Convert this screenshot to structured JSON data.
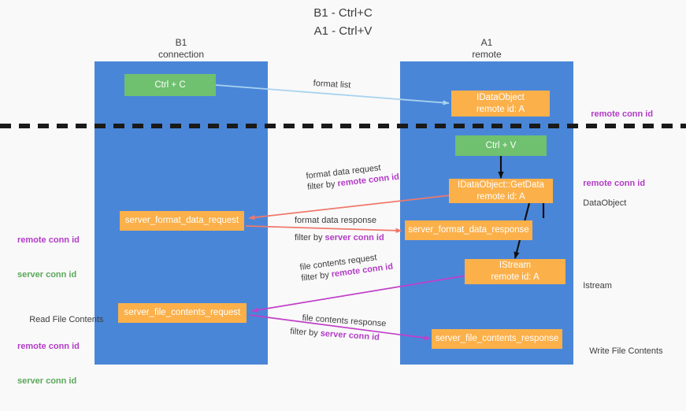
{
  "title": {
    "line1": "B1 - Ctrl+C",
    "line2": "A1 - Ctrl+V"
  },
  "columns": [
    {
      "name": "B1",
      "subtitle": "connection",
      "color": "#4a86d8"
    },
    {
      "name": "A1",
      "subtitle": "remote",
      "color": "#4a86d8"
    }
  ],
  "nodes": {
    "ctrl_c": {
      "line1": "Ctrl + C",
      "line2": "",
      "color": "#6fc06f"
    },
    "idataobject": {
      "line1": "IDataObject",
      "line2": "remote id: A",
      "color": "#fbb04a"
    },
    "ctrl_v": {
      "line1": "Ctrl + V",
      "line2": "",
      "color": "#6fc06f"
    },
    "getdata": {
      "line1": "IDataObject::GetData",
      "line2": "remote id: A",
      "color": "#fbb04a"
    },
    "fmt_req": {
      "line1": "server_format_data_request",
      "line2": "",
      "color": "#fbb04a"
    },
    "fmt_resp": {
      "line1": "server_format_data_response",
      "line2": "",
      "color": "#fbb04a"
    },
    "istream": {
      "line1": "IStream",
      "line2": "remote id: A",
      "color": "#fbb04a"
    },
    "file_req": {
      "line1": "server_file_contents_request",
      "line2": "",
      "color": "#fbb04a"
    },
    "file_resp": {
      "line1": "server_file_contents_response",
      "line2": "",
      "color": "#fbb04a"
    }
  },
  "edge_labels": {
    "format_list": "format list",
    "fmt_req_l1": "format data request",
    "fmt_req_l2a": "filter by ",
    "fmt_req_l2b": "remote conn id",
    "fmt_resp_l1": "format data response",
    "fmt_resp_l2a": "filter by ",
    "fmt_resp_l2b": "server conn id",
    "file_req_l1": "file contents request",
    "file_req_l2a": "filter by ",
    "file_req_l2b": "remote conn id",
    "file_resp_l1": "file contents response",
    "file_resp_l2a": "filter by ",
    "file_resp_l2b": "server conn id"
  },
  "annotations": {
    "right_top": "remote conn id",
    "right_mid": "remote conn id",
    "right_dataobject": "DataObject",
    "right_istream": "Istream",
    "right_write": "Write File Contents",
    "left_conn_purple": "remote conn id",
    "left_conn_green": "server conn id",
    "left_read": "Read File Contents",
    "left_read_purple": "remote conn id",
    "left_read_green": "server conn id"
  },
  "colors": {
    "column": "#4a86d8",
    "orange": "#fbb04a",
    "green": "#6fc06f",
    "purple_text": "#b23cc6",
    "green_text": "#5aa85a",
    "arrow_blue": "#a8d3ef",
    "arrow_red": "#f0786b",
    "arrow_black": "#111111",
    "arrow_magenta": "#c13fc9",
    "divider": "#1a1a1a"
  }
}
